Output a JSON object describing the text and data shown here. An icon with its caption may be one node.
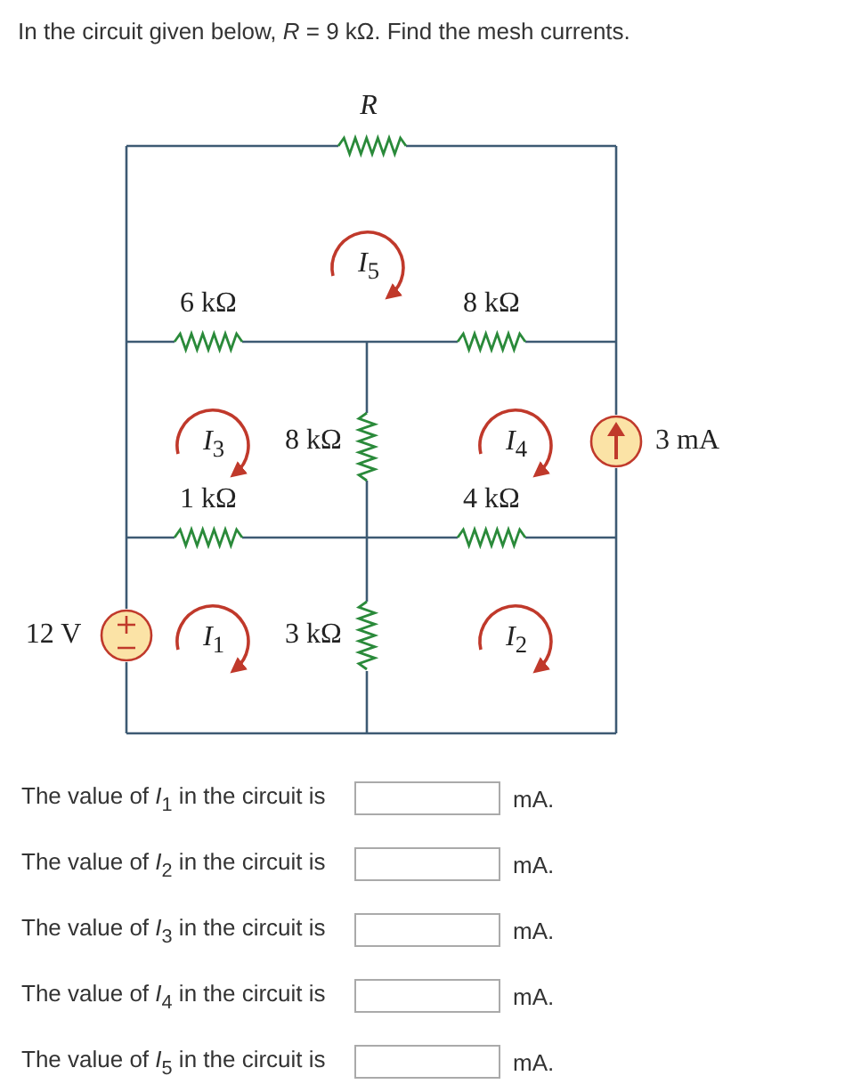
{
  "diagram": {
    "title": "In the circuit given below, *R* = 9 kΩ. Find the mesh currents.",
    "labels": [
      "*R*",
      "*I*$_{5}$",
      "6 kΩ",
      "8 kΩ",
      "*I*$_{3}$",
      "8 kΩ",
      "*I*$_{4}$",
      "3 mA",
      "1 kΩ",
      "4 kΩ",
      "12 V",
      "*I*$_{1}$",
      "3 kΩ",
      "*I*$_{2}$",
      "The value of *I*$_{1}$ in the circuit is",
      "mA.",
      "The value of *I*$_{2}$ in the circuit is",
      "mA.",
      "The value of *I*$_{3}$ in the circuit is",
      "mA.",
      "The value of *I*$_{4}$ in the circuit is",
      "mA.",
      "The value of *I*$_{5}$ in the circuit is",
      "mA."
    ]
  }
}
